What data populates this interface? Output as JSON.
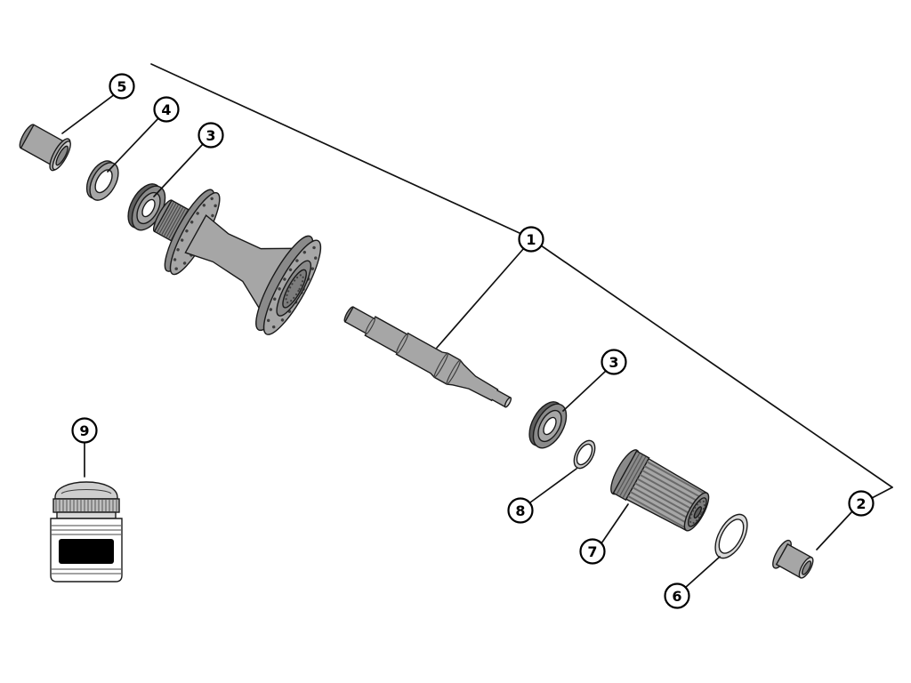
{
  "diagram": {
    "colors": {
      "background": "#ffffff",
      "line": "#111111",
      "part_gray": "#a6a6a6",
      "part_gray_dark": "#8a8a8a",
      "part_gray_darker": "#5e5e5e",
      "part_gray_light": "#cfcfcf",
      "label_black": "#000000"
    },
    "callouts": [
      {
        "id": "callout-1",
        "number": "1"
      },
      {
        "id": "callout-2",
        "number": "2"
      },
      {
        "id": "callout-3-left",
        "number": "3"
      },
      {
        "id": "callout-3-right",
        "number": "3"
      },
      {
        "id": "callout-4",
        "number": "4"
      },
      {
        "id": "callout-5",
        "number": "5"
      },
      {
        "id": "callout-6",
        "number": "6"
      },
      {
        "id": "callout-7",
        "number": "7"
      },
      {
        "id": "callout-8",
        "number": "8"
      },
      {
        "id": "callout-9",
        "number": "9"
      }
    ]
  }
}
